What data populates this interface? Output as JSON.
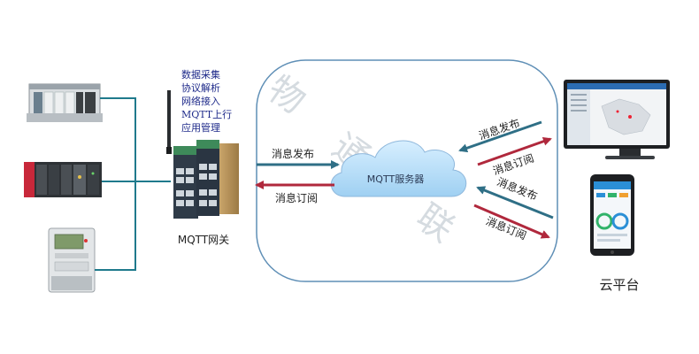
{
  "gateway": {
    "label": "MQTT网关",
    "functions": [
      "数据采集",
      "协议解析",
      "网络接入",
      "MQTT上行",
      "应用管理"
    ]
  },
  "server": {
    "label": "MQTT服务器",
    "watermark": [
      "物",
      "通",
      "联"
    ]
  },
  "links": {
    "gateway_publish": "消息发布",
    "gateway_subscribe": "消息订阅",
    "pc_publish": "消息发布",
    "pc_subscribe": "消息订阅",
    "mobile_publish": "消息发布",
    "mobile_subscribe": "消息订阅"
  },
  "cloud_platform": {
    "label": "云平台"
  },
  "colors": {
    "publish_arrow": "#2f6f86",
    "subscribe_arrow": "#b0283c",
    "connector": "#1f7a8c",
    "function_text": "#1e2a8a",
    "cloud": "#a8d8f5",
    "cloud_outline": "#8fb8dc"
  }
}
